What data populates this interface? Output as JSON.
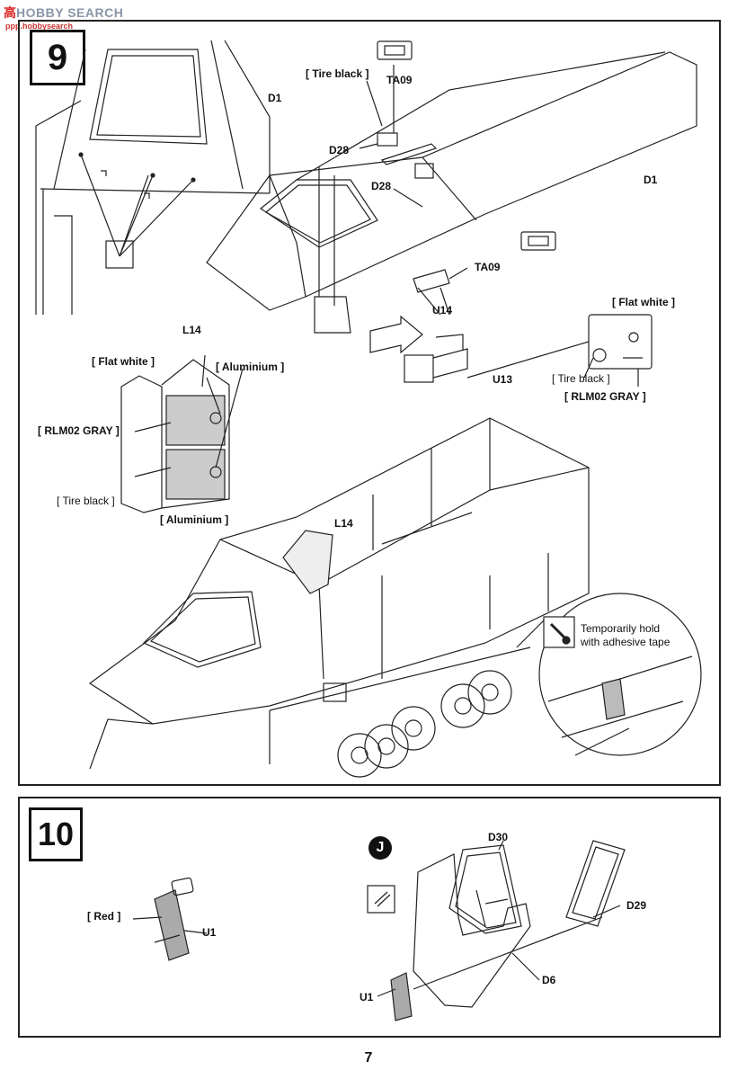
{
  "watermark": {
    "brand_a": "高",
    "brand_b": "HOBBY SEARCH",
    "sub": "ppp.hobbysearch"
  },
  "page_number": "7",
  "step9": {
    "number": "9",
    "labels": {
      "d1_top": "D1",
      "d1_right": "D1",
      "tire_black_top": "[ Tire black ]",
      "ta09_top": "TA09",
      "d28_a": "D28",
      "d28_b": "D28",
      "ta09_right": "TA09",
      "u14": "U14",
      "u13": "U13",
      "flat_white_right": "[ Flat white ]",
      "tire_black_right": "[ Tire black ]",
      "rlm02_right": "[ RLM02  GRAY ]",
      "l14_top": "L14",
      "flat_white_left": "[ Flat  white ]",
      "aluminium_left": "[ Aluminium ]",
      "rlm02_left": "[ RLM02  GRAY ]",
      "tire_black_left": "[ Tire black ]",
      "aluminium_bottom": "[ Aluminium ]",
      "l14_mid": "L14"
    },
    "note_line1": "Temporarily hold",
    "note_line2": "with adhesive tape"
  },
  "step10": {
    "number": "10",
    "circle_letter": "J",
    "labels": {
      "red": "[ Red ]",
      "u1_a": "U1",
      "d30": "D30",
      "d29": "D29",
      "d6": "D6",
      "u1_b": "U1"
    }
  }
}
